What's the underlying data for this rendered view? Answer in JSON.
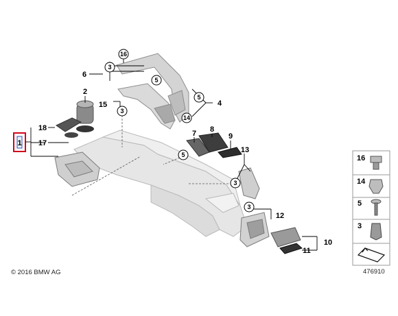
{
  "callouts": {
    "c1": "1",
    "c2": "2",
    "c3": "3",
    "c4": "4",
    "c5": "5",
    "c6": "6",
    "c7": "7",
    "c8": "8",
    "c9": "9",
    "c10": "10",
    "c11": "11",
    "c12": "12",
    "c13": "13",
    "c14": "14",
    "c15": "15",
    "c16": "16",
    "c17": "17",
    "c18": "18"
  },
  "circle_labels": {
    "c16_top": "16",
    "c3_a": "3",
    "c5_a": "5",
    "c3_b": "3",
    "c5_b": "5",
    "c14_a": "14",
    "c5_c": "5",
    "c3_c": "3",
    "c3_d": "3"
  },
  "legend": [
    {
      "label": "16",
      "icon": "nut-clip-icon"
    },
    {
      "label": "14",
      "icon": "spring-nut-icon"
    },
    {
      "label": "5",
      "icon": "screw-icon"
    },
    {
      "label": "3",
      "icon": "clip-icon"
    },
    {
      "label": "",
      "icon": "arrow-box-icon"
    }
  ],
  "footer": {
    "copyright": "© 2016 BMW AG",
    "diagram_number": "476910"
  },
  "colors": {
    "highlight": "#d0021b",
    "part_fill": "#d9d9d9",
    "part_stroke": "#9a9a9a"
  }
}
